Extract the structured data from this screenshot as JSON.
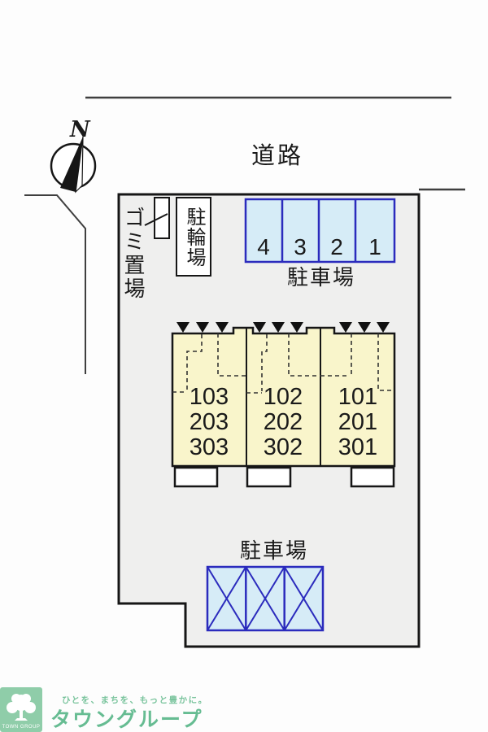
{
  "plan": {
    "road_label": "道路",
    "north_label": "N",
    "icons": {
      "compass": "north-compass",
      "building_entry_marks": "down-triangle",
      "gate": "gate-tick"
    },
    "garbage_label": "ゴミ置場",
    "bicycle_label": "駐輪場",
    "parking_top": {
      "label": "駐車場",
      "stalls": [
        "4",
        "3",
        "2",
        "1"
      ],
      "fill_color": "#d6ecf7",
      "border_color": "#2b2bbd"
    },
    "building": {
      "fill_color": "#f9f5cb",
      "units": [
        {
          "rooms": "103\n203\n303"
        },
        {
          "rooms": "102\n202\n302"
        },
        {
          "rooms": "101\n201\n301"
        }
      ]
    },
    "parking_bottom": {
      "label": "駐車場",
      "stall_count": 3,
      "crossed_out": true,
      "fill_color": "#d6ecf7",
      "border_color": "#2b2bbd"
    }
  },
  "footer": {
    "logo_text": "TOWN GROUP",
    "tagline": "ひとを、まちを、もっと豊かに。",
    "brand": "タウングループ",
    "logo_green": "#8fcda9",
    "brand_green": "#66bc92"
  }
}
